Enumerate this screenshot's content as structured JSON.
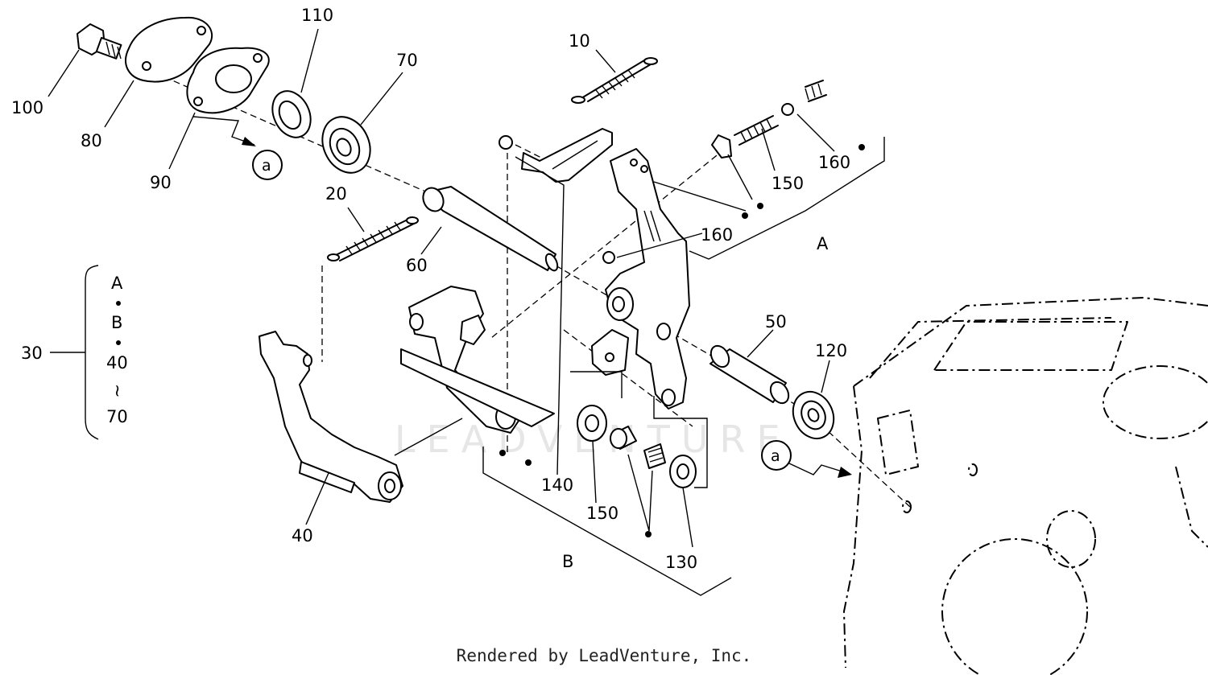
{
  "callouts": {
    "c10": "10",
    "c20": "20",
    "c30": "30",
    "c40": "40",
    "c50": "50",
    "c60": "60",
    "c70": "70",
    "c80": "80",
    "c90": "90",
    "c100": "100",
    "c110": "110",
    "c120": "120",
    "c130": "130",
    "c140": "140",
    "c150a": "150",
    "c150b": "150",
    "c160a": "160",
    "c160b": "160"
  },
  "groups": {
    "A": "A",
    "B": "B",
    "ref_a1": "a",
    "ref_a2": "a"
  },
  "kit_list": {
    "l1": "A",
    "l2": "B",
    "l3": "40",
    "l4": "70",
    "sep": "~"
  },
  "watermark": "LEADVENTURE",
  "footer": "Rendered by LeadVenture, Inc."
}
